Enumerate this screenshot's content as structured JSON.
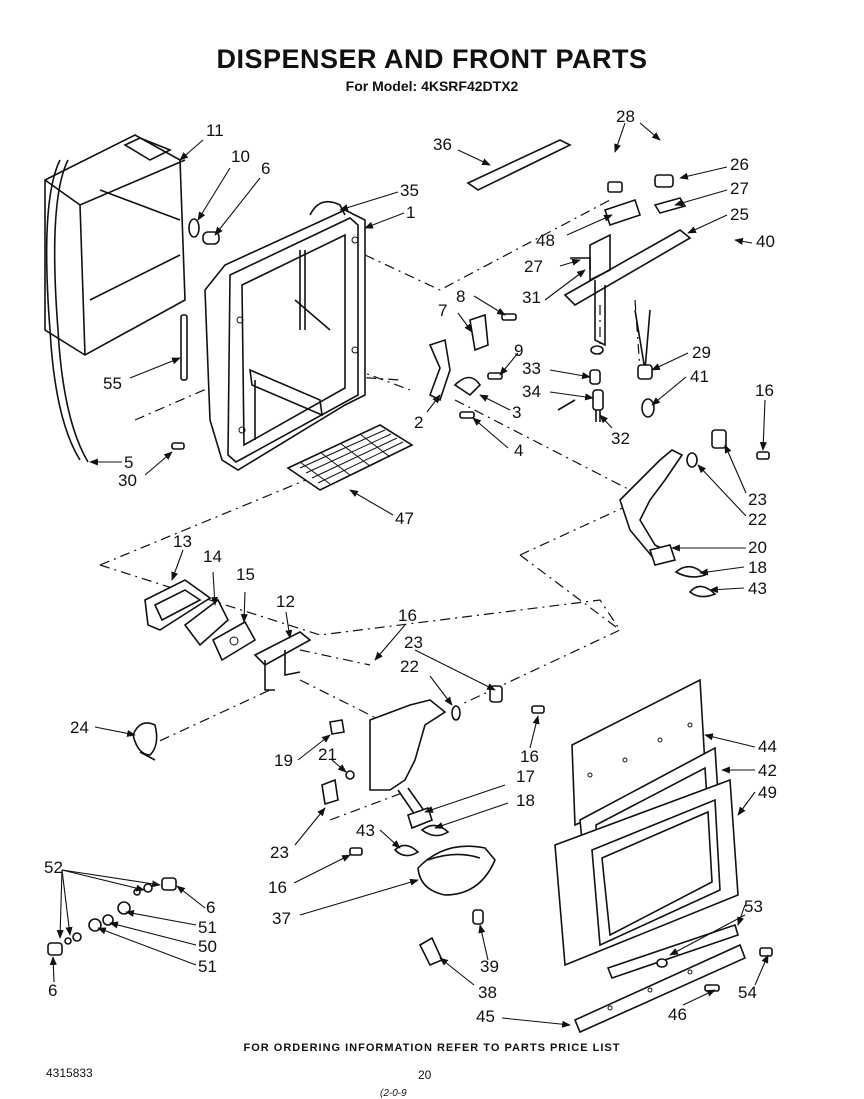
{
  "header": {
    "title": "DISPENSER AND FRONT PARTS",
    "model_line": "For Model: 4KSRF42DTX2"
  },
  "callouts": [
    {
      "id": "c11",
      "text": "11"
    },
    {
      "id": "c10",
      "text": "10"
    },
    {
      "id": "c6a",
      "text": "6"
    },
    {
      "id": "c35",
      "text": "35"
    },
    {
      "id": "c1",
      "text": "1"
    },
    {
      "id": "c36",
      "text": "36"
    },
    {
      "id": "c28",
      "text": "28"
    },
    {
      "id": "c26",
      "text": "26"
    },
    {
      "id": "c27a",
      "text": "27"
    },
    {
      "id": "c48",
      "text": "48"
    },
    {
      "id": "c25",
      "text": "25"
    },
    {
      "id": "c27b",
      "text": "27"
    },
    {
      "id": "c40",
      "text": "40"
    },
    {
      "id": "c31",
      "text": "31"
    },
    {
      "id": "c8",
      "text": "8"
    },
    {
      "id": "c7",
      "text": "7"
    },
    {
      "id": "c9",
      "text": "9"
    },
    {
      "id": "c33",
      "text": "33"
    },
    {
      "id": "c29",
      "text": "29"
    },
    {
      "id": "c41",
      "text": "41"
    },
    {
      "id": "c34",
      "text": "34"
    },
    {
      "id": "c3",
      "text": "3"
    },
    {
      "id": "c2",
      "text": "2"
    },
    {
      "id": "c32",
      "text": "32"
    },
    {
      "id": "c4",
      "text": "4"
    },
    {
      "id": "c16a",
      "text": "16"
    },
    {
      "id": "c55",
      "text": "55"
    },
    {
      "id": "c5",
      "text": "5"
    },
    {
      "id": "c30",
      "text": "30"
    },
    {
      "id": "c47",
      "text": "47"
    },
    {
      "id": "c23a",
      "text": "23"
    },
    {
      "id": "c22a",
      "text": "22"
    },
    {
      "id": "c20",
      "text": "20"
    },
    {
      "id": "c18a",
      "text": "18"
    },
    {
      "id": "c43a",
      "text": "43"
    },
    {
      "id": "c13",
      "text": "13"
    },
    {
      "id": "c14",
      "text": "14"
    },
    {
      "id": "c15",
      "text": "15"
    },
    {
      "id": "c12",
      "text": "12"
    },
    {
      "id": "c16b",
      "text": "16"
    },
    {
      "id": "c23b",
      "text": "23"
    },
    {
      "id": "c22b",
      "text": "22"
    },
    {
      "id": "c24",
      "text": "24"
    },
    {
      "id": "c19",
      "text": "19"
    },
    {
      "id": "c21",
      "text": "21"
    },
    {
      "id": "c16c",
      "text": "16"
    },
    {
      "id": "c17",
      "text": "17"
    },
    {
      "id": "c18b",
      "text": "18"
    },
    {
      "id": "c44",
      "text": "44"
    },
    {
      "id": "c42",
      "text": "42"
    },
    {
      "id": "c49",
      "text": "49"
    },
    {
      "id": "c23c",
      "text": "23"
    },
    {
      "id": "c43b",
      "text": "43"
    },
    {
      "id": "c16d",
      "text": "16"
    },
    {
      "id": "c37",
      "text": "37"
    },
    {
      "id": "c52",
      "text": "52"
    },
    {
      "id": "c6b",
      "text": "6"
    },
    {
      "id": "c51a",
      "text": "51"
    },
    {
      "id": "c50",
      "text": "50"
    },
    {
      "id": "c51b",
      "text": "51"
    },
    {
      "id": "c6c",
      "text": "6"
    },
    {
      "id": "c53",
      "text": "53"
    },
    {
      "id": "c39",
      "text": "39"
    },
    {
      "id": "c38",
      "text": "38"
    },
    {
      "id": "c54",
      "text": "54"
    },
    {
      "id": "c46",
      "text": "46"
    },
    {
      "id": "c45",
      "text": "45"
    }
  ],
  "footer": {
    "ordering_note": "FOR ORDERING INFORMATION REFER TO PARTS PRICE LIST",
    "document_number": "4315833",
    "page_number": "20",
    "handwritten_mark": "(2-0-9"
  }
}
